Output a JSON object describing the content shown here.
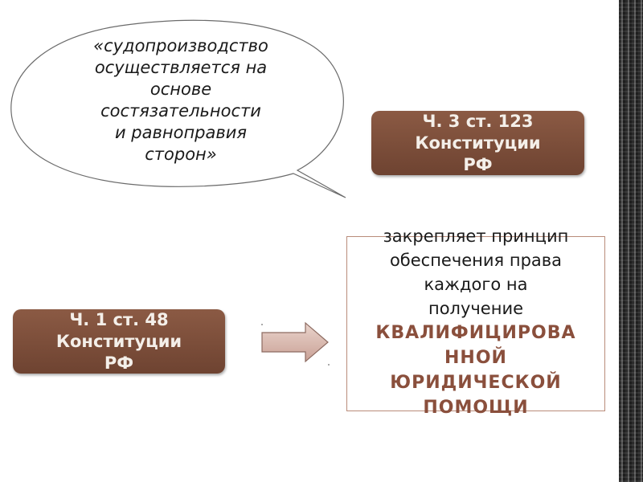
{
  "quote": {
    "text": "«судопроизводство\nосуществляется на\nоснове\nсостязательности\nи равноправия\nсторон»"
  },
  "badge_top": {
    "text": "Ч. 3 ст. 123\nКонституции\nРФ"
  },
  "badge_bottom": {
    "text": "Ч. 1 ст. 48\nКонституции\nРФ"
  },
  "box": {
    "normal_text": "закрепляет принцип\nобеспечения права\nкаждого на\nполучение",
    "emphasis_text": "КВАЛИФИЦИРОВА\nННОЙ\nЮРИДИЧЕСКОЙ\nПОМОЩИ"
  },
  "colors": {
    "badge": "#7a4b38",
    "emphasis": "#8a4f3c",
    "arrow_fill": "#d9b8ad",
    "arrow_stroke": "#8c6a60"
  }
}
